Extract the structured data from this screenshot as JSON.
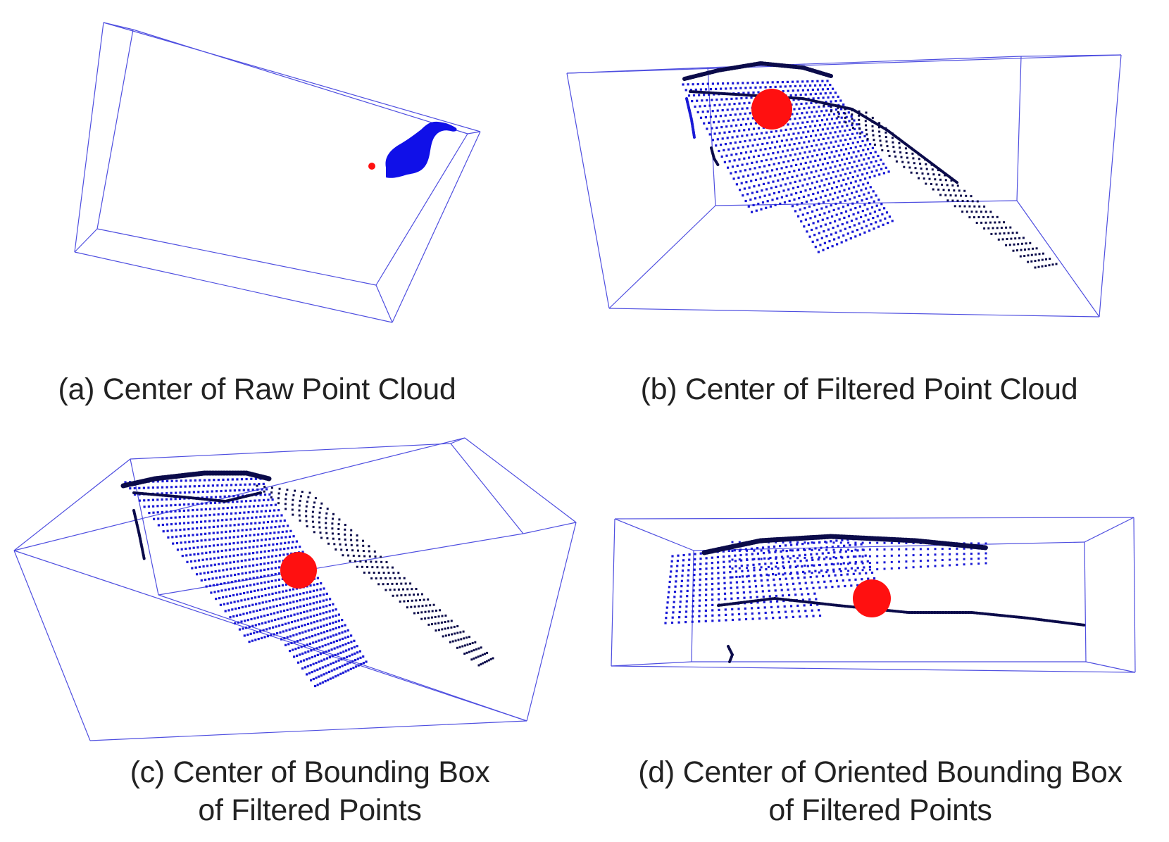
{
  "colors": {
    "box_line": "#4f4fe0",
    "cloud_dense": "#1010e8",
    "cloud_points": "#1a1ad6",
    "cloud_dark": "#0b0b4a",
    "center_marker": "#ff1010",
    "caption_text": "#222222"
  },
  "panels": [
    {
      "id": "a",
      "caption_lines": [
        "(a) Center of Raw Point Cloud"
      ],
      "center_marker_size": "small"
    },
    {
      "id": "b",
      "caption_lines": [
        "(b) Center of Filtered Point Cloud"
      ],
      "center_marker_size": "large"
    },
    {
      "id": "c",
      "caption_lines": [
        "(c) Center of Bounding Box",
        "of Filtered Points"
      ],
      "center_marker_size": "large"
    },
    {
      "id": "d",
      "caption_lines": [
        "(d) Center of Oriented Bounding Box",
        "of Filtered Points"
      ],
      "center_marker_size": "large"
    }
  ]
}
